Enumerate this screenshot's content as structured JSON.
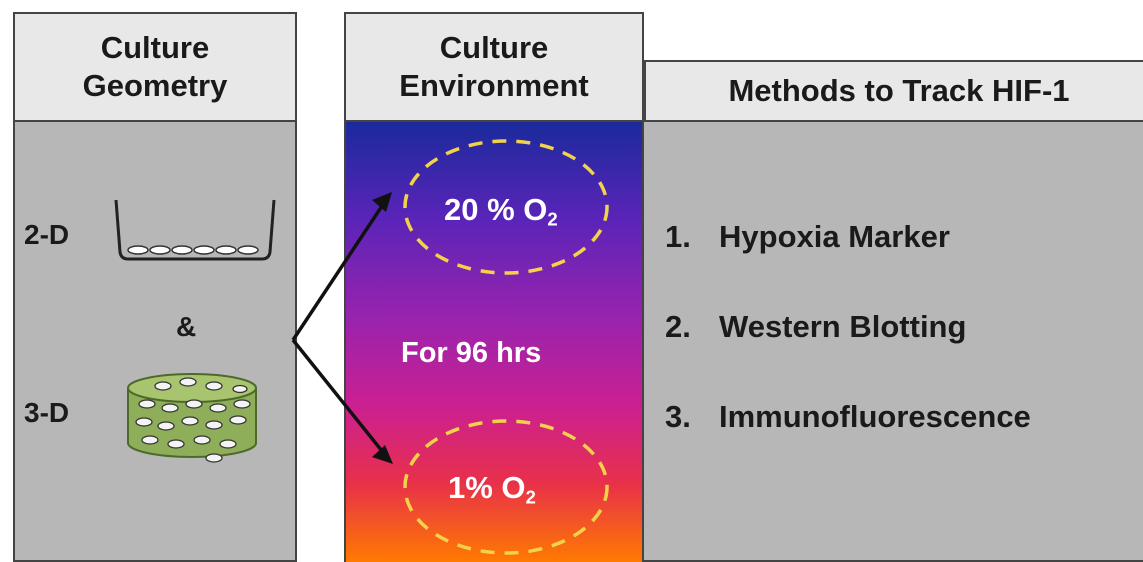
{
  "columns": {
    "geometry": {
      "title_line1": "Culture",
      "title_line2": "Geometry"
    },
    "environment": {
      "title_line1": "Culture",
      "title_line2": "Environment"
    },
    "methods": {
      "title": "Methods to Track HIF-1"
    }
  },
  "geometry": {
    "label_2d": "2-D",
    "ampersand": "&",
    "label_3d": "3-D"
  },
  "environment": {
    "high_o2": {
      "value": "20 % O",
      "subscript": "2"
    },
    "duration": "For 96 hrs",
    "low_o2": {
      "value": "1% O",
      "subscript": "2"
    }
  },
  "methods": {
    "items": [
      {
        "num": "1.",
        "label": "Hypoxia Marker"
      },
      {
        "num": "2.",
        "label": "Western Blotting"
      },
      {
        "num": "3.",
        "label": "Immunofluorescence"
      }
    ]
  },
  "colors": {
    "gradient_top": "#1a2a9c",
    "gradient_mid": "#c01fa0",
    "gradient_bottom": "#ff7a00",
    "dashed_ellipse": "#f2d24a",
    "scaffold_green": "#8fae5a"
  }
}
